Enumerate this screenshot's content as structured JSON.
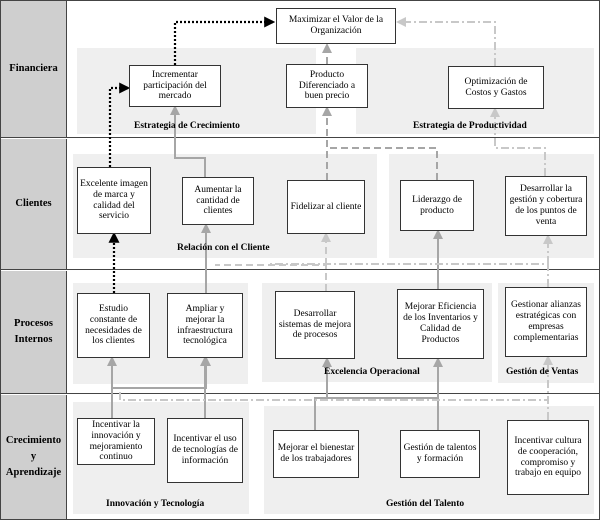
{
  "perspectives": {
    "financiera": "Financiera",
    "clientes": "Clientes",
    "procesos": "Procesos Internos",
    "crecimiento": "Crecimiento y Aprendizaje"
  },
  "objectives": {
    "maximizar": "Maximizar el Valor de la Organización",
    "incrementar": "Incrementar participación del mercado",
    "producto_diferenciado": "Producto Diferenciado a buen precio",
    "optimizacion": "Optimización de Costos y Gastos",
    "excelente_imagen": "Excelente imagen de marca y calidad del servicio",
    "aumentar_cantidad": "Aumentar la cantidad de clientes",
    "fidelizar": "Fidelizar al cliente",
    "liderazgo": "Liderazgo de producto",
    "desarrollar_gestion": "Desarrollar la gestión y cobertura de los puntos de venta",
    "estudio": "Estudio constante de necesidades de los clientes",
    "ampliar": "Ampliar y mejorar la infraestructura tecnológica",
    "desarrollar_sistemas": "Desarrollar sistemas de mejora de procesos",
    "mejorar_eficiencia": "Mejorar Eficiencia de los Inventarios y Calidad de Productos",
    "gestionar_alianzas": "Gestionar alianzas estratégicas con empresas complementarias",
    "incentivar_innovacion": "Incentivar la innovación y mejoramiento continuo",
    "incentivar_tecnologias": "Incentivar el uso de tecnologías de información",
    "mejorar_bienestar": "Mejorar el bienestar de los trabajadores",
    "gestion_talentos": "Gestión de talentos y formación",
    "incentivar_cultura": "Incentivar cultura de cooperación, compromiso y trabajo en equipo"
  },
  "groups": {
    "estrategia_crecimiento": "Estrategia de Crecimiento",
    "estrategia_productividad": "Estrategia de Productividad",
    "relacion_cliente": "Relación con el Cliente",
    "excelencia_operacional": "Excelencia Operacional",
    "gestion_ventas": "Gestión de Ventas",
    "innovacion_tecnologia": "Innovación y Tecnología",
    "gestion_talento": "Gestión del Talento"
  },
  "colors": {
    "perspective_fill": "#cfcfcf",
    "group_fill": "#efefef",
    "arrow_black": "#000000",
    "arrow_gray": "#a6a6a6",
    "arrow_light": "#c8c8c8"
  }
}
